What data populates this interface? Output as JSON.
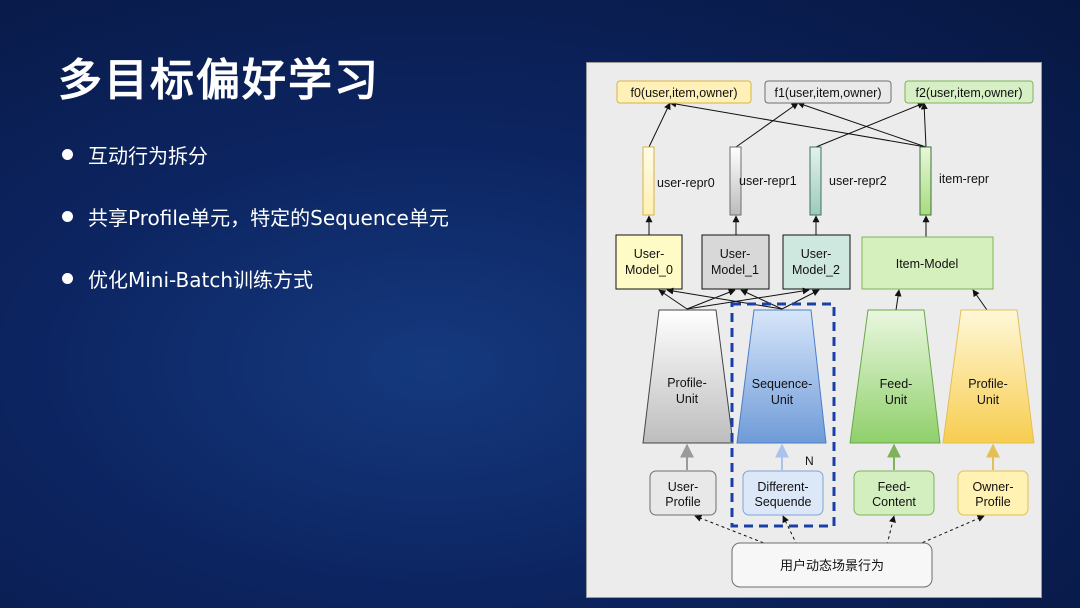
{
  "slide": {
    "title": "多目标偏好学习",
    "bullets": [
      "互动行为拆分",
      "共享Profile单元，特定的Sequence单元",
      "优化Mini-Batch训练方式"
    ]
  },
  "diagram": {
    "outputs": [
      "f0(user,item,owner)",
      "f1(user,item,owner)",
      "f2(user,item,owner)"
    ],
    "reprs": [
      "user-repr0",
      "user-repr1",
      "user-repr2",
      "item-repr"
    ],
    "models": [
      [
        "User-",
        "Model_0"
      ],
      [
        "User-",
        "Model_1"
      ],
      [
        "User-",
        "Model_2"
      ],
      [
        "Item-Model"
      ]
    ],
    "units": [
      [
        "Profile-",
        "Unit"
      ],
      [
        "Sequence-",
        "Unit"
      ],
      [
        "Feed-",
        "Unit"
      ],
      [
        "Profile-",
        "Unit"
      ]
    ],
    "inputs": [
      [
        "User-",
        "Profile"
      ],
      [
        "Different-",
        "Sequende"
      ],
      [
        "Feed-",
        "Content"
      ],
      [
        "Owner-",
        "Profile"
      ]
    ],
    "repeat_label": "N",
    "source": "用户动态场景行为",
    "colors": {
      "yellow": "#fff6bf",
      "yellow_border": "#d8b441",
      "gray": "#e6e6e6",
      "gray_border": "#6e6e6e",
      "green": "#d7efc4",
      "green_border": "#7eb35a",
      "teal": "#cfe8df",
      "blue": "#8fb2e4",
      "dashed_box": "#1b3fa8"
    }
  }
}
